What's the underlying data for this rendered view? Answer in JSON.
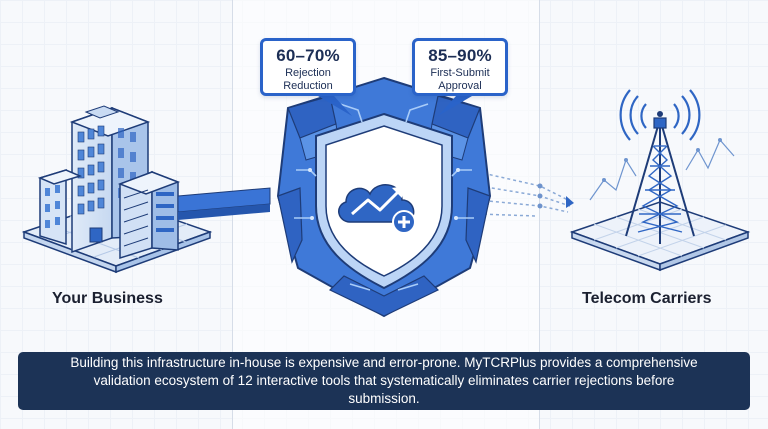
{
  "stats": [
    {
      "value": "60–70%",
      "label": "Rejection Reduction"
    },
    {
      "value": "85–90%",
      "label": "First-Submit Approval"
    }
  ],
  "left_label": "Your Business",
  "right_label": "Telecom Carriers",
  "banner_text": "Building this infrastructure in-house is expensive and error-prone. MyTCRPlus provides a comprehensive validation ecosystem of 12 interactive tools that systematically eliminates carrier rejections before submission.",
  "colors": {
    "primary_blue": "#2a63c9",
    "light_blue": "#6ea6ee",
    "navy": "#1c3356",
    "outline": "#1e3c78"
  },
  "icons": [
    "office-building-icon",
    "shield-icon",
    "cloud-plus-icon",
    "cell-tower-icon"
  ]
}
